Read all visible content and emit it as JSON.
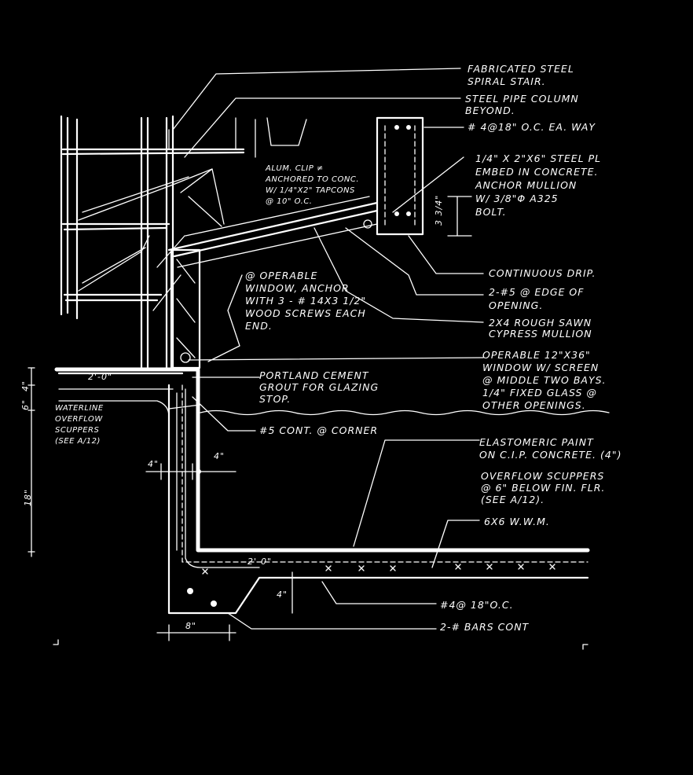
{
  "drawing": {
    "background": "#000000",
    "ink": "#ffffff",
    "leader_labels": [
      {
        "id": "fabricated-steel-spiral-stair",
        "lines": [
          "FABRICATED STEEL",
          "SPIRAL STAIR."
        ]
      },
      {
        "id": "steel-pipe-column-beyond",
        "lines": [
          "STEEL PIPE COLUMN",
          "BEYOND."
        ]
      },
      {
        "id": "rebar-4-18-ea-way",
        "lines": [
          "# 4@18\" O.C. EA. WAY"
        ]
      },
      {
        "id": "steel-plate-embed",
        "lines": [
          "1/4\" X 2\"X6\" STEEL PL",
          "EMBED IN CONCRETE.",
          "ANCHOR MULLION",
          "W/ 3/8\"Φ A325",
          "BOLT."
        ]
      },
      {
        "id": "alum-clip",
        "lines": [
          "ALUM. CLIP ≠",
          "ANCHORED TO CONC.",
          "W/ 1/4\"X2\" TAPCONS",
          "@ 10\" O.C."
        ]
      },
      {
        "id": "continuous-drip",
        "lines": [
          "CONTINUOUS DRIP."
        ]
      },
      {
        "id": "rebar-2-5-edge",
        "lines": [
          "2-#5 @ EDGE OF",
          "OPENING."
        ]
      },
      {
        "id": "cypress-mullion",
        "lines": [
          "2X4 ROUGH SAWN",
          "CYPRESS MULLION"
        ]
      },
      {
        "id": "operable-anchor",
        "lines": [
          "@ OPERABLE",
          "WINDOW, ANCHOR",
          "WITH 3 - # 14X3 1/2\"",
          "WOOD SCREWS EACH",
          "END."
        ]
      },
      {
        "id": "operable-window",
        "lines": [
          "OPERABLE 12\"X36\"",
          "WINDOW W/ SCREEN",
          "@ MIDDLE TWO BAYS.",
          "1/4\" FIXED GLASS @",
          "OTHER OPENINGS."
        ]
      },
      {
        "id": "portland-cement-grout",
        "lines": [
          "PORTLAND CEMENT",
          "GROUT FOR GLAZING",
          "STOP."
        ]
      },
      {
        "id": "rebar-5-corner",
        "lines": [
          "#5 CONT. @ CORNER"
        ]
      },
      {
        "id": "elastomeric-paint",
        "lines": [
          "ELASTOMERIC PAINT",
          "ON C.I.P. CONCRETE. (4\")"
        ]
      },
      {
        "id": "overflow-scuppers-right",
        "lines": [
          "OVERFLOW SCUPPERS",
          "@ 6\" BELOW FIN. FLR.",
          "(SEE A/12)."
        ]
      },
      {
        "id": "wwm",
        "lines": [
          "6X6 W.W.M."
        ]
      },
      {
        "id": "rebar-4-18-oc",
        "lines": [
          "#4@ 18\"O.C."
        ]
      },
      {
        "id": "bars-cont",
        "lines": [
          "2-#  BARS CONT"
        ]
      },
      {
        "id": "waterline",
        "lines": [
          "WATERLINE",
          "OVERFLOW",
          "SCUPPERS",
          "(SEE A/12)"
        ]
      }
    ],
    "dimensions": {
      "top_span": "2'-0\"",
      "bottom_span": "2'-0\"",
      "left_4": "4\"",
      "left_6": "6\"",
      "wall_left": "4\"",
      "wall_right": "4\"",
      "height_18": "18\"",
      "slab_4": "4\"",
      "base_8": "8\"",
      "beam_34": "3 3/4\""
    }
  }
}
